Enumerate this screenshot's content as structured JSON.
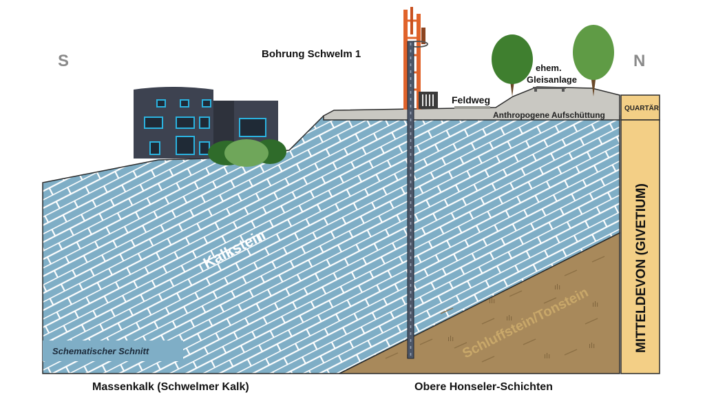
{
  "direction": {
    "south": "S",
    "north": "N"
  },
  "labels": {
    "borehole": "Bohrung Schwelm 1",
    "feldweg": "Feldweg",
    "gleis_line1": "ehem.",
    "gleis_line2": "Gleisanlage",
    "aufschuettung": "Anthropogene Aufschüttung",
    "kalkstein": "Kalkstein",
    "schluffstein": "Schluffstein/Tonstein",
    "schnitt": "Schematischer Schnitt",
    "massenkalk": "Massenkalk (Schwelmer Kalk)",
    "honseler": "Obere Honseler-Schichten"
  },
  "stratigraphy": {
    "quartaer": "QUARTÄR",
    "mitteldevon": "MITTELDEVON (GIVETIUM)"
  },
  "colors": {
    "limestone": "#7faec6",
    "siltstone": "#a8895b",
    "fill_ground": "#c9c8c2",
    "quaternary": "#f3cf86",
    "tree": "#3f7f2f",
    "building": "#3d4250",
    "drill_rig": "#e0632b"
  }
}
